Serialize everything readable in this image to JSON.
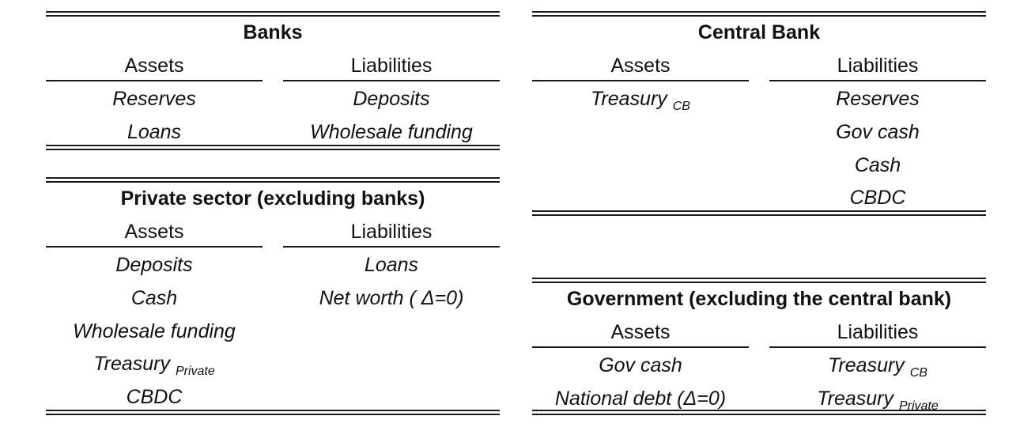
{
  "banks": {
    "title": "Banks",
    "assets_header": "Assets",
    "liabilities_header": "Liabilities",
    "assets": [
      "Reserves",
      "Loans"
    ],
    "liabilities": [
      "Deposits",
      "Wholesale funding"
    ]
  },
  "central_bank": {
    "title": "Central Bank",
    "assets_header": "Assets",
    "liabilities_header": "Liabilities",
    "assets": [
      {
        "text": "Treasury",
        "sub": "CB"
      }
    ],
    "liabilities": [
      "Reserves",
      "Gov cash",
      "Cash",
      "CBDC"
    ]
  },
  "private_sector": {
    "title": "Private sector (excluding banks)",
    "assets_header": "Assets",
    "liabilities_header": "Liabilities",
    "assets": [
      "Deposits",
      "Cash",
      "Wholesale funding",
      {
        "text": "Treasury",
        "sub": "Private"
      },
      "CBDC"
    ],
    "liabilities": [
      "Loans",
      "Net worth ( Δ=0)"
    ]
  },
  "government": {
    "title": "Government (excluding the central bank)",
    "assets_header": "Assets",
    "liabilities_header": "Liabilities",
    "assets": [
      "Gov cash",
      "National debt (Δ=0)"
    ],
    "liabilities": [
      {
        "text": "Treasury",
        "sub": "CB"
      },
      {
        "text": "Treasury",
        "sub": "Private"
      }
    ]
  }
}
